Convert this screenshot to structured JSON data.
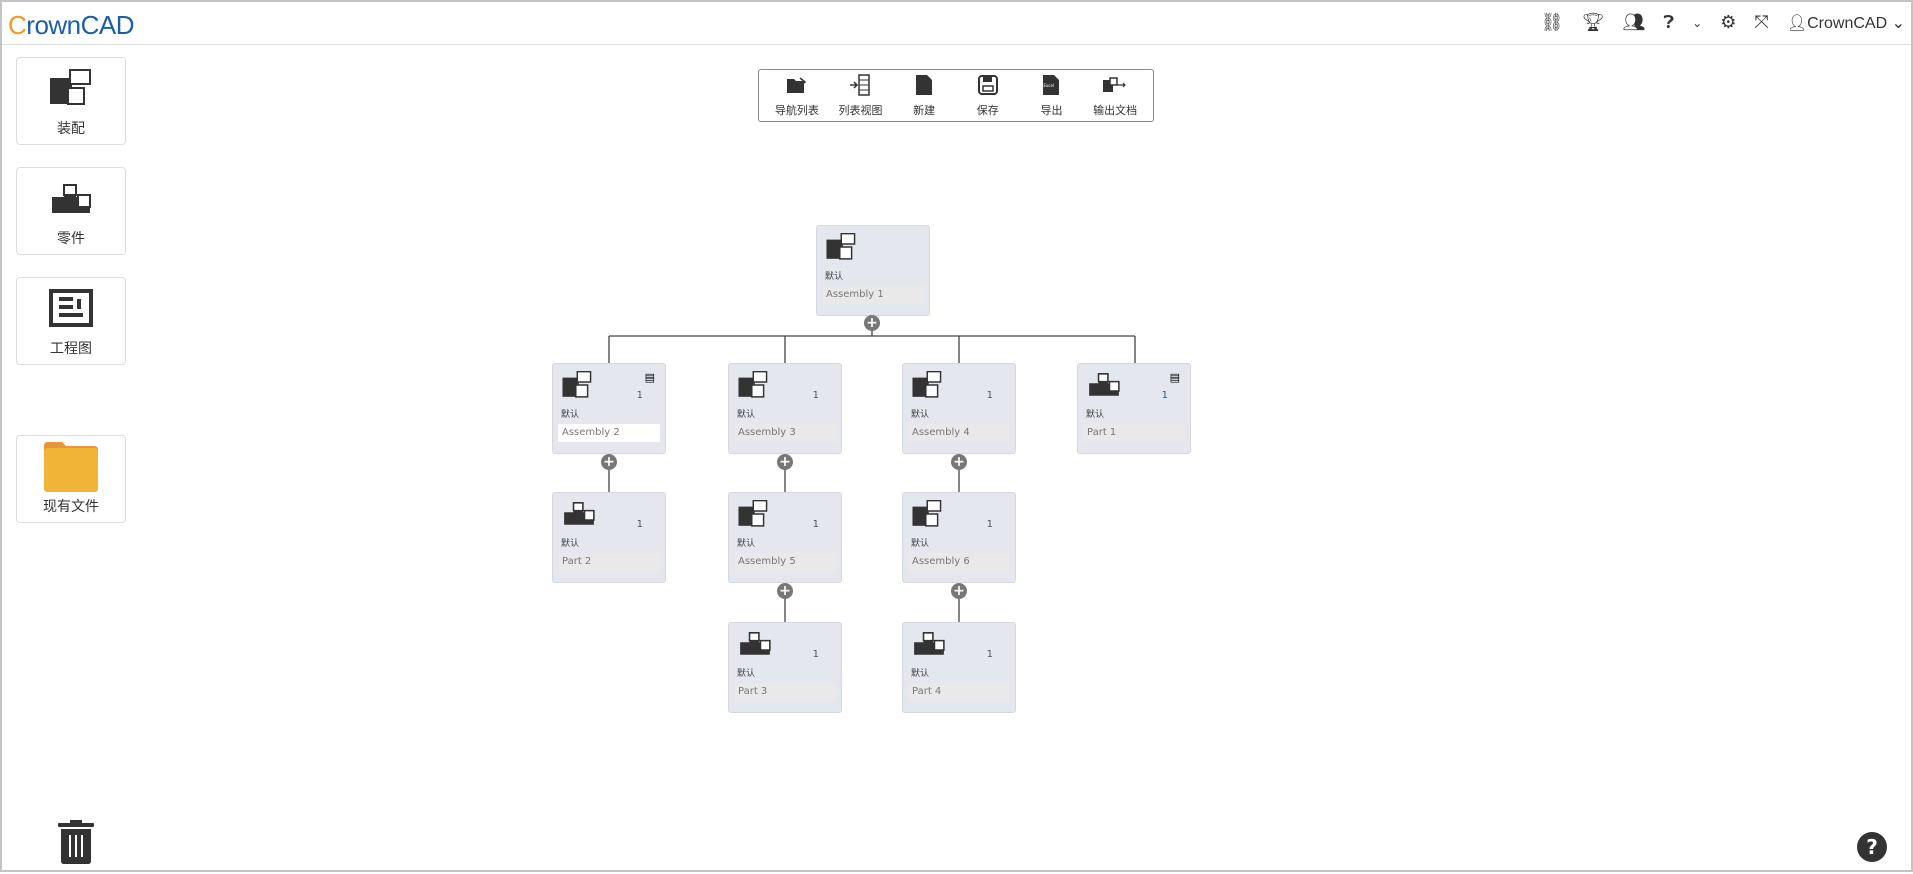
{
  "header": {
    "logo_first": "C",
    "logo_rest": "rownCAD",
    "user": "CrownCAD",
    "icons": [
      "tree-icon",
      "trophy-icon",
      "users-icon",
      "help-icon",
      "chevron-down-icon",
      "gear-icon",
      "fullscreen-icon",
      "user-icon"
    ]
  },
  "sidebar": {
    "items": [
      {
        "label": "装配"
      },
      {
        "label": "零件"
      },
      {
        "label": "工程图"
      },
      {
        "label": "现有文件"
      }
    ]
  },
  "toolbar": {
    "items": [
      {
        "label": "导航列表"
      },
      {
        "label": "列表视图"
      },
      {
        "label": "新建"
      },
      {
        "label": "保存"
      },
      {
        "label": "导出"
      },
      {
        "label": "输出文档"
      }
    ],
    "excel_label": "Excel"
  },
  "tree": {
    "nodes": [
      {
        "name": "Assembly 1",
        "config": "默认",
        "type": "assembly"
      },
      {
        "name": "Assembly 2",
        "config": "默认",
        "qty": "1",
        "type": "assembly",
        "drawing": true,
        "selected": true
      },
      {
        "name": "Assembly 3",
        "config": "默认",
        "qty": "1",
        "type": "assembly"
      },
      {
        "name": "Assembly 4",
        "config": "默认",
        "qty": "1",
        "type": "assembly"
      },
      {
        "name": "Part 1",
        "config": "默认",
        "qty": "1",
        "type": "part",
        "drawing": true
      },
      {
        "name": "Part 2",
        "config": "默认",
        "qty": "1",
        "type": "part"
      },
      {
        "name": "Assembly 5",
        "config": "默认",
        "qty": "1",
        "type": "assembly"
      },
      {
        "name": "Assembly 6",
        "config": "默认",
        "qty": "1",
        "type": "assembly"
      },
      {
        "name": "Part 3",
        "config": "默认",
        "qty": "1",
        "type": "part"
      },
      {
        "name": "Part 4",
        "config": "默认",
        "qty": "1",
        "type": "part"
      }
    ]
  },
  "help_label": "?",
  "colors": {
    "brand": "#1a5fa8",
    "accent": "#f39a1c",
    "node_bg": "#e4e7ee",
    "folder": "#f0b437"
  }
}
